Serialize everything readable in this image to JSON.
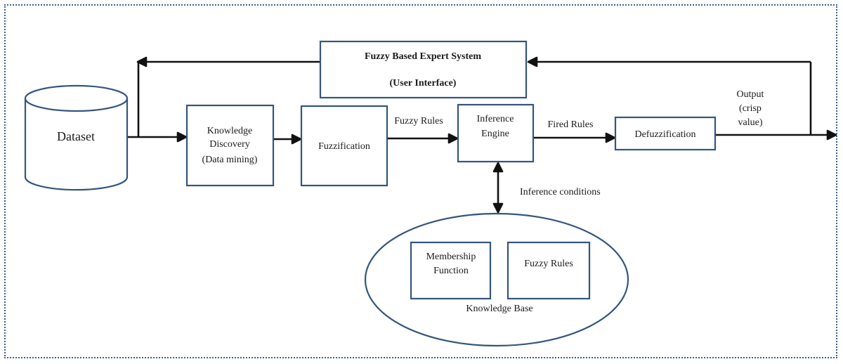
{
  "diagram": {
    "expert_system": {
      "line1": "Fuzzy Based Expert System",
      "line2": "(User Interface)"
    },
    "dataset": "Dataset",
    "knowledge_discovery": {
      "line1": "Knowledge",
      "line2": "Discovery",
      "line3": "(Data mining)"
    },
    "fuzzification": "Fuzzification",
    "inference_engine": {
      "line1": "Inference",
      "line2": "Engine"
    },
    "defuzzification": "Defuzzification",
    "edge_fuzzy_rules": "Fuzzy Rules",
    "edge_fired_rules": "Fired Rules",
    "output": {
      "line1": "Output",
      "line2": "(crisp",
      "line3": "value)"
    },
    "inference_conditions": "Inference  conditions",
    "knowledge_base": {
      "label": "Knowledge Base",
      "membership": {
        "line1": "Membership",
        "line2": "Function"
      },
      "fuzzy_rules": "Fuzzy Rules"
    }
  },
  "colors": {
    "box_border": "#34557e",
    "frame_border": "#3b5f8f",
    "arrow": "#111111"
  }
}
